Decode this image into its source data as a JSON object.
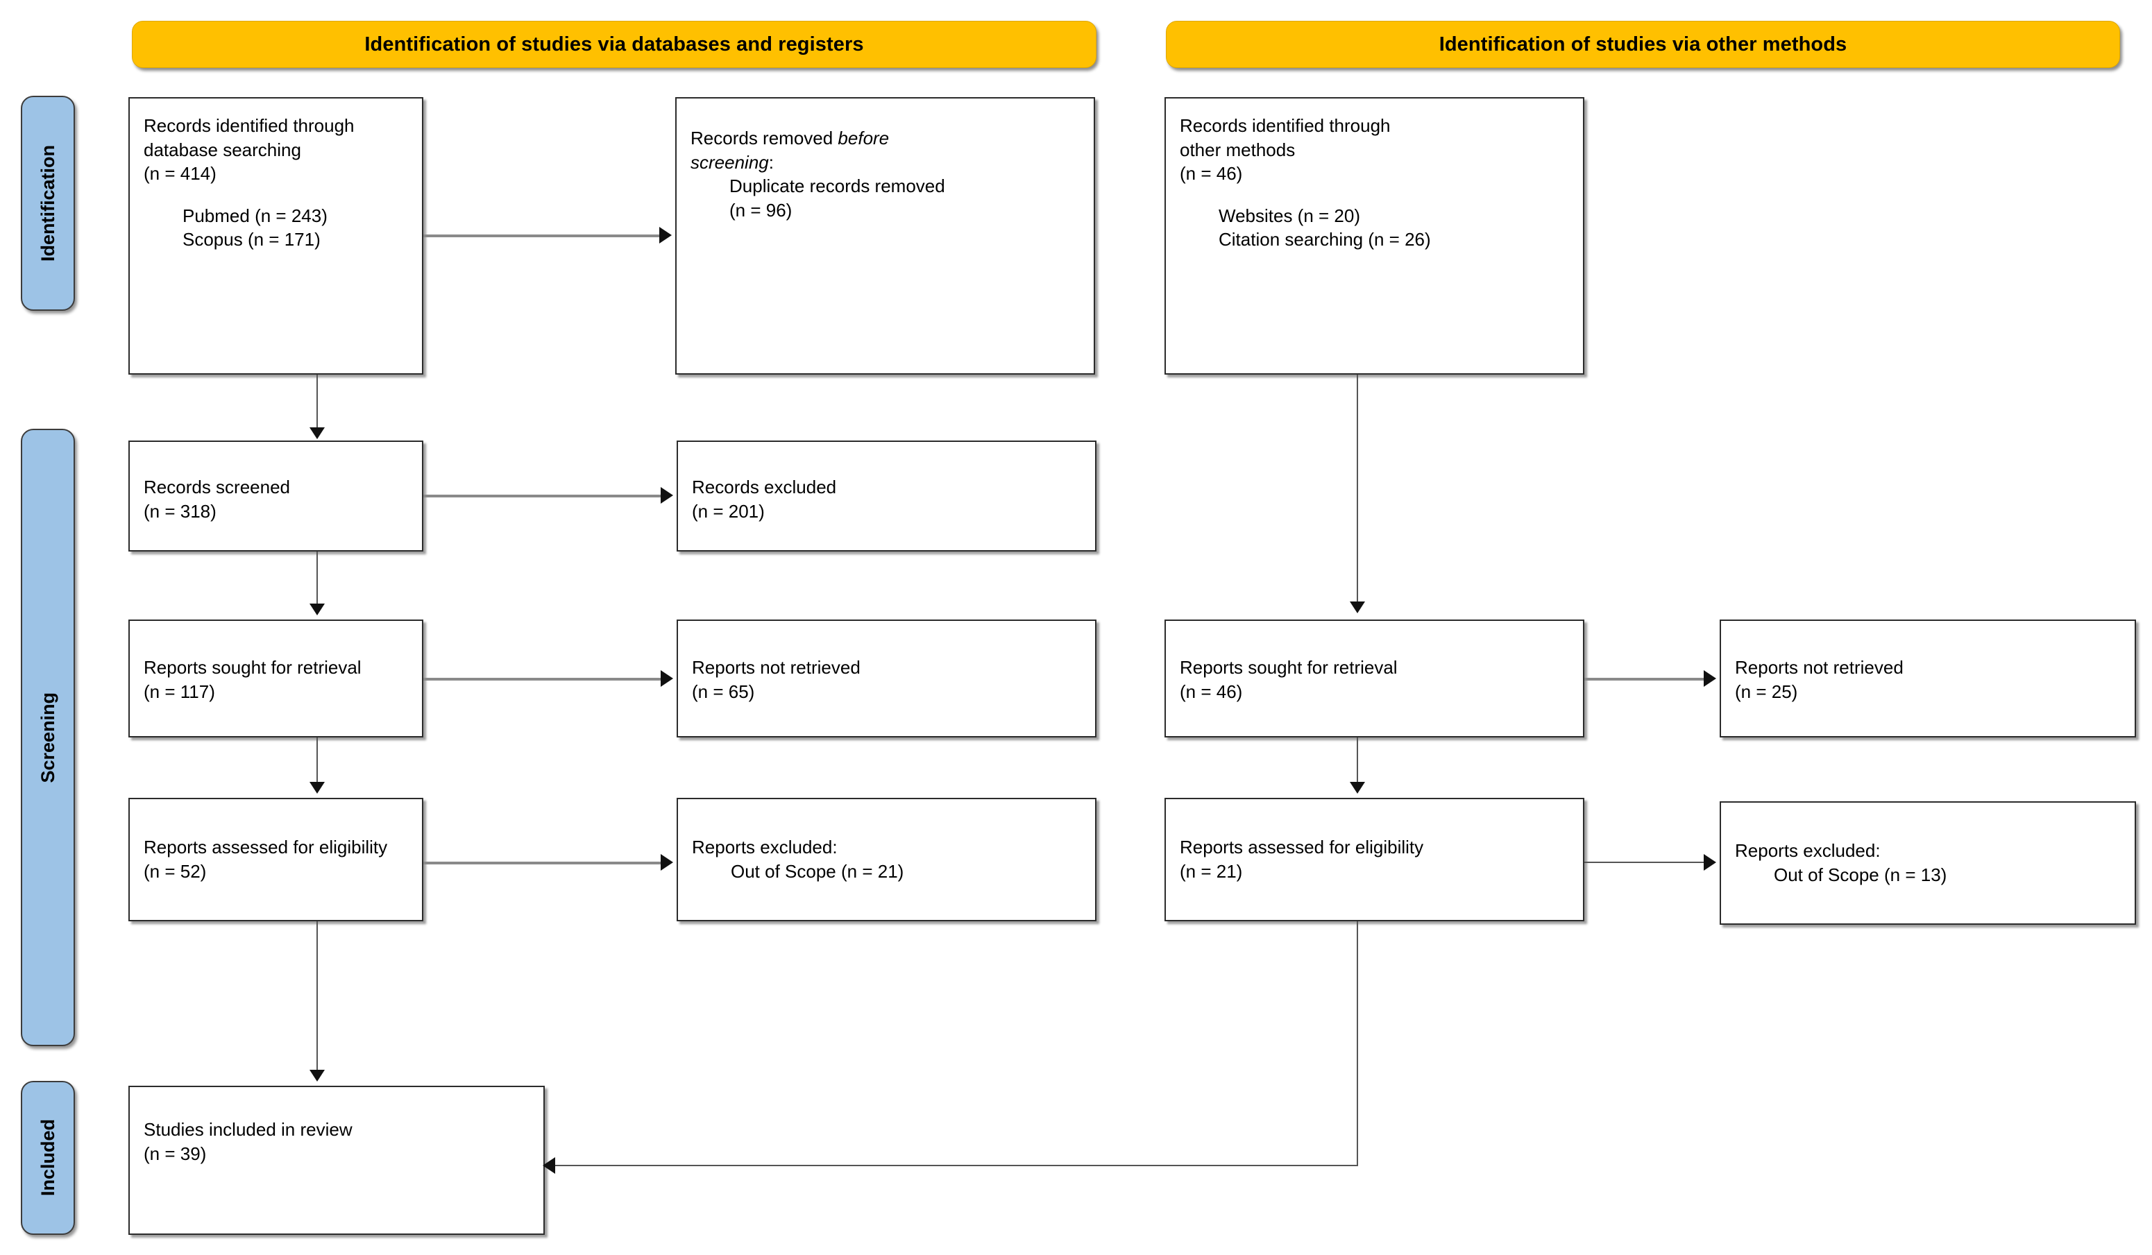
{
  "diagram": {
    "title": "PRISMA 2020 flow diagram",
    "colors": {
      "banner": "#FFC000",
      "rail": "#9DC3E6",
      "box_border": "#2b2b2b",
      "connector": "#555555"
    }
  },
  "banners": {
    "left": "Identification of studies via databases and registers",
    "right": "Identification of studies via other methods"
  },
  "rails": {
    "identification": "Identification",
    "screening": "Screening",
    "included": "Included"
  },
  "boxes": {
    "records_identified_db": {
      "line1": "Records identified through",
      "line2": "database searching",
      "line3": "(n = 414)",
      "sub1": "Pubmed (n = 243)",
      "sub2": "Scopus (n = 171)"
    },
    "records_removed": {
      "line1": "Records removed ",
      "line1_italic": "before",
      "line2_italic": "screening",
      "line2_tail": ":",
      "sub1": "Duplicate records removed",
      "sub2": "(n = 96)"
    },
    "records_identified_other": {
      "line1": "Records identified through",
      "line2": "other methods",
      "line3": "(n = 46)",
      "sub1": "Websites (n = 20)",
      "sub2": "Citation searching (n = 26)"
    },
    "records_screened": {
      "line1": "Records screened",
      "line2": "(n = 318)"
    },
    "records_excluded": {
      "line1": "Records excluded",
      "line2": "(n = 201)"
    },
    "reports_sought_left": {
      "line1": "Reports sought for retrieval",
      "line2": "(n = 117)"
    },
    "reports_not_retrieved_left": {
      "line1": "Reports not retrieved",
      "line2": "(n = 65)"
    },
    "reports_sought_right": {
      "line1": "Reports sought for retrieval",
      "line2": "(n = 46)"
    },
    "reports_not_retrieved_right": {
      "line1": "Reports not retrieved",
      "line2": "(n = 25)"
    },
    "reports_assessed_left": {
      "line1": "Reports assessed for eligibility",
      "line2": "(n = 52)"
    },
    "reports_excluded_left": {
      "line1": "Reports excluded:",
      "sub1": "Out of Scope (n = 21)"
    },
    "reports_assessed_right": {
      "line1": "Reports assessed for eligibility",
      "line2": "(n = 21)"
    },
    "reports_excluded_right": {
      "line1": "Reports excluded:",
      "sub1": "Out of Scope (n = 13)"
    },
    "studies_included": {
      "line1": "Studies included in review",
      "line2": "(n = 39)"
    }
  }
}
